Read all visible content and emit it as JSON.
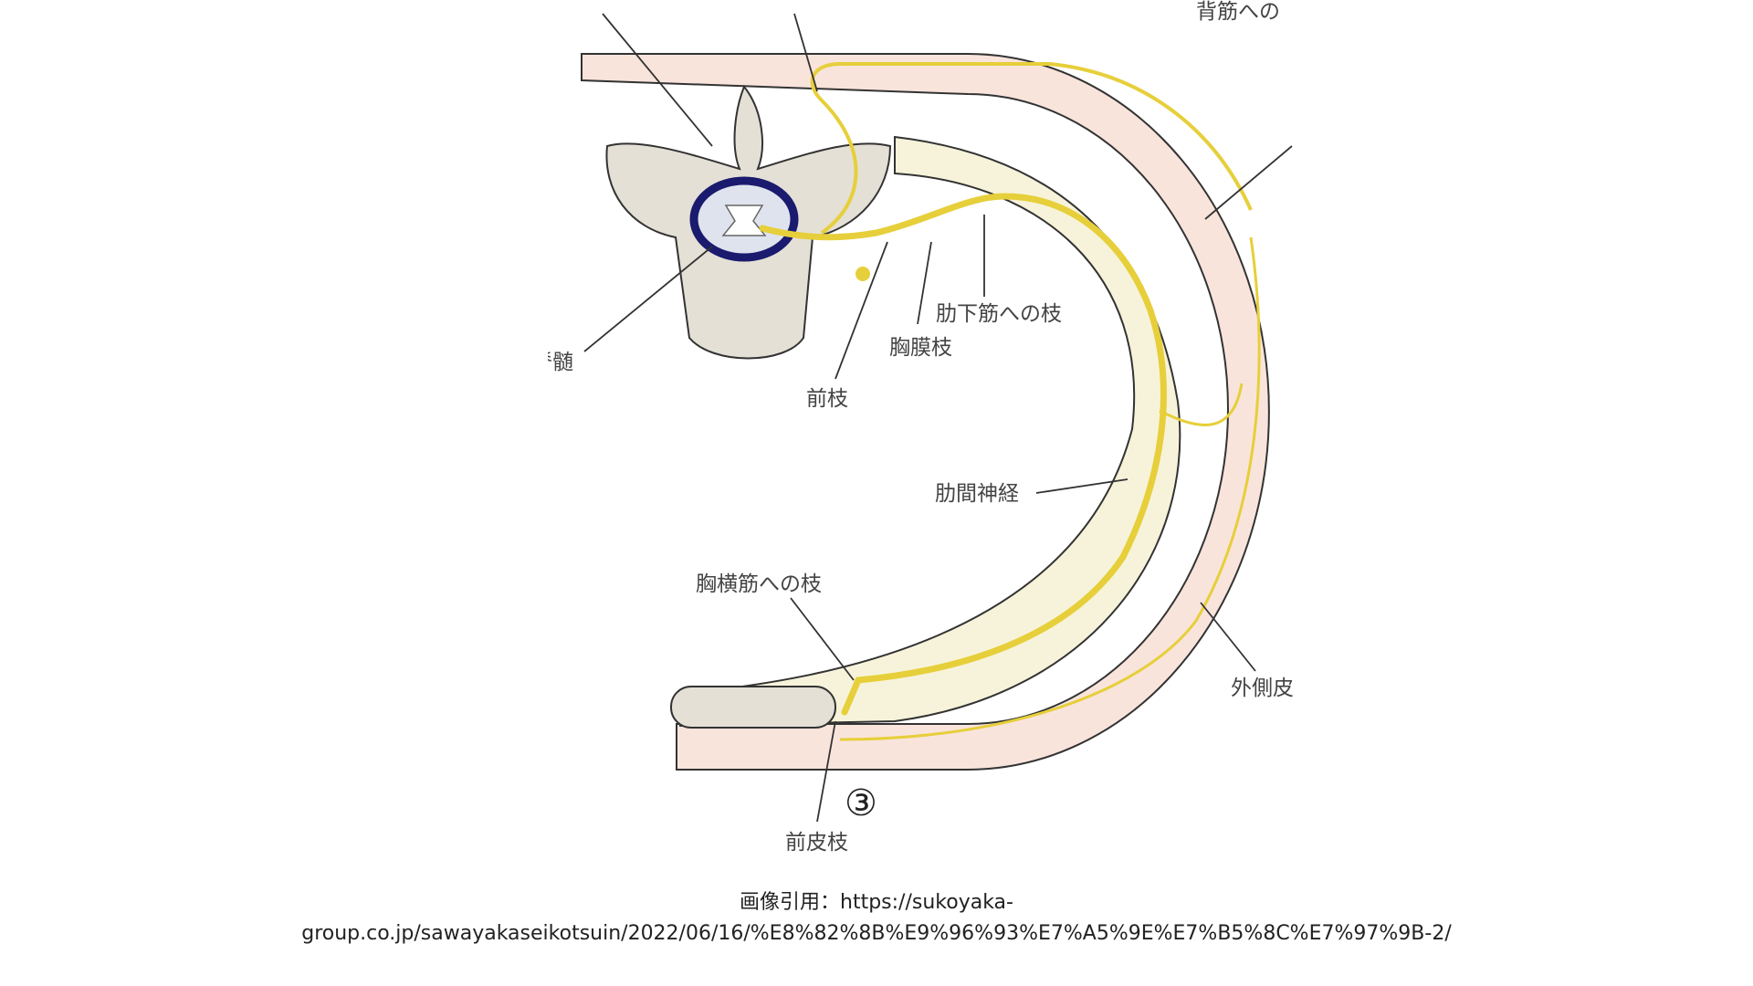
{
  "diagram": {
    "labels": {
      "spinal_cord": "脊髄",
      "anterior_ramus": "前枝",
      "pleural_branch": "胸膜枝",
      "subcostal_branch": "肋下筋への枝",
      "intercostal_nerve": "肋間神経",
      "transversus_thoracis_branch": "胸横筋への枝",
      "anterior_cutaneous_branch": "前皮枝",
      "lateral_cutaneous_branch": "外側皮",
      "back_muscle_branch": "背筋への",
      "circled_number": "③"
    },
    "colors": {
      "nerve": "#e6cf3a",
      "skin": "#f9e4dc",
      "muscle": "#f7f3da",
      "cord_ring": "#1a1a6e",
      "bone": "#e4e0d6"
    }
  },
  "caption": {
    "line1": "画像引用：https://sukoyaka-",
    "line2": "group.co.jp/sawayakaseikotsuin/2022/06/16/%E8%82%8B%E9%96%93%E7%A5%9E%E7%B5%8C%E7%97%9B-2/"
  }
}
